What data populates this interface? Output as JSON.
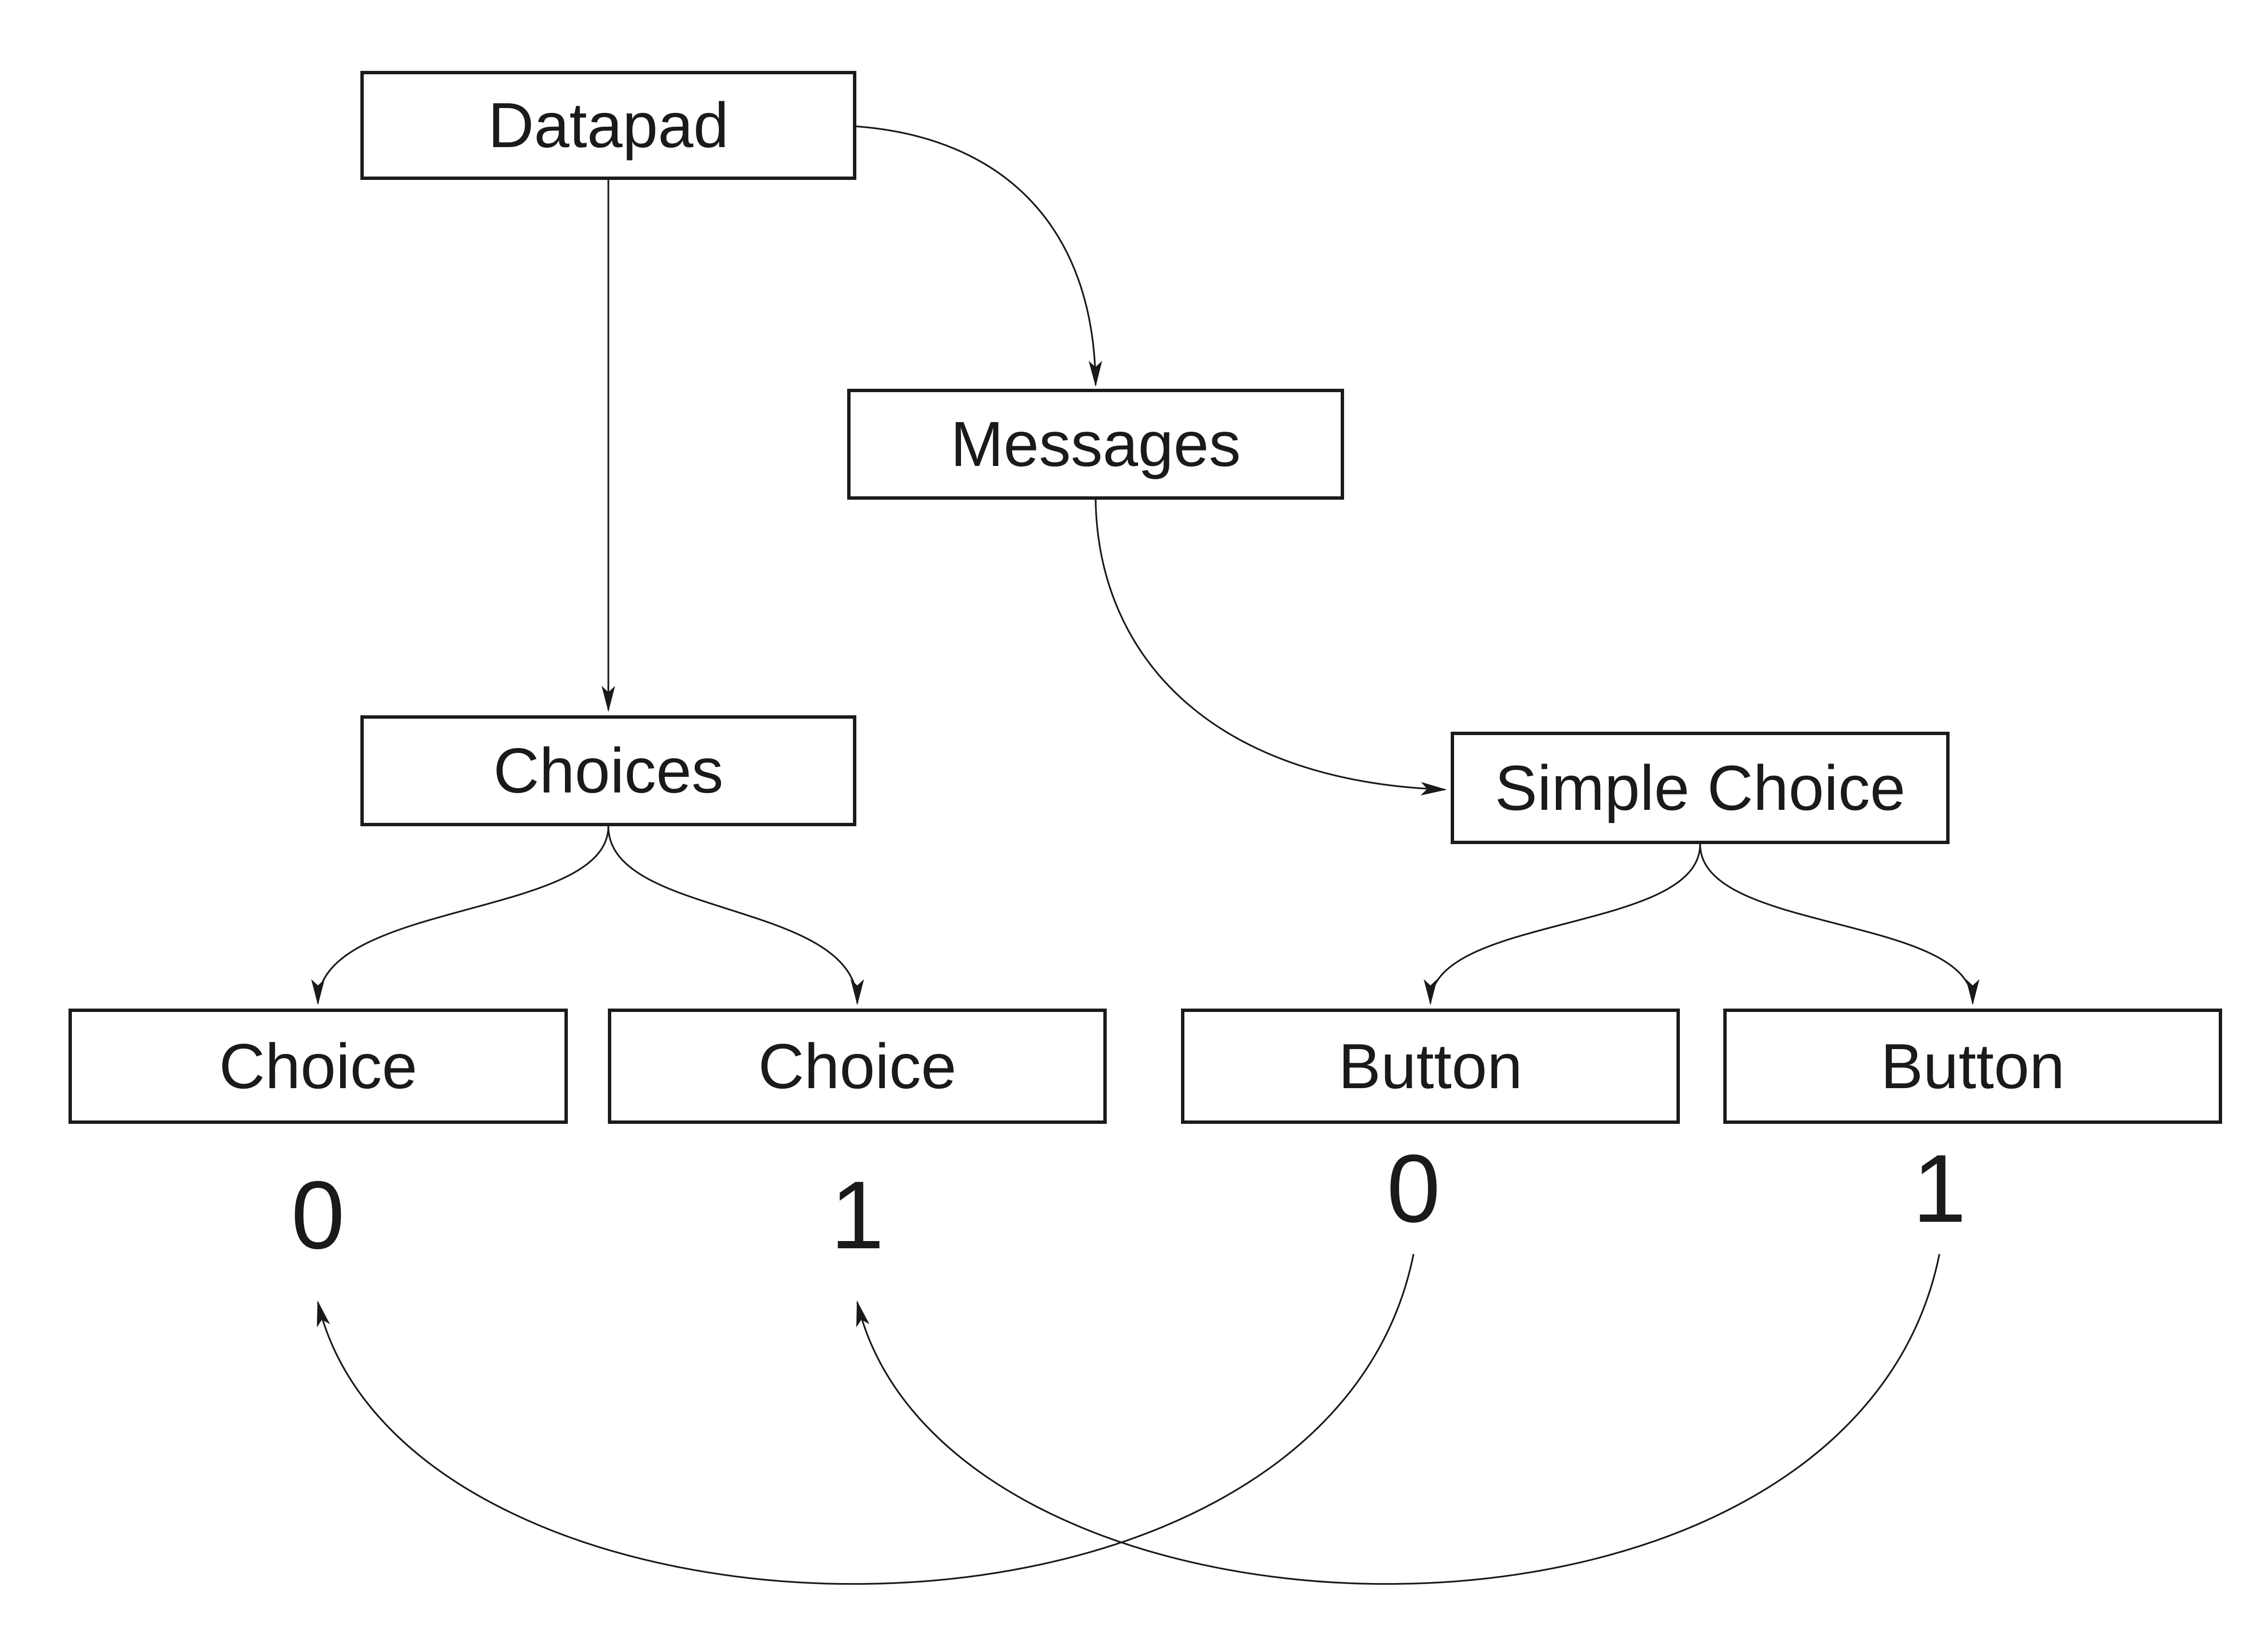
{
  "diagram": {
    "background_color": "#ffffff",
    "line_color": "#1a1a1a",
    "node_fill_color": "#ffffff",
    "nodes": {
      "datapad": {
        "label": "Datapad"
      },
      "messages": {
        "label": "Messages"
      },
      "choices": {
        "label": "Choices"
      },
      "simple_choice": {
        "label": "Simple Choice"
      },
      "choice_0": {
        "label": "Choice"
      },
      "choice_1": {
        "label": "Choice"
      },
      "button_0": {
        "label": "Button"
      },
      "button_1": {
        "label": "Button"
      }
    },
    "value_labels": {
      "choice_0_value": "0",
      "choice_1_value": "1",
      "button_0_value": "0",
      "button_1_value": "1"
    },
    "edges": [
      {
        "from": "Datapad",
        "to": "Messages"
      },
      {
        "from": "Datapad",
        "to": "Choices"
      },
      {
        "from": "Messages",
        "to": "Simple Choice"
      },
      {
        "from": "Choices",
        "to": "Choice 0"
      },
      {
        "from": "Choices",
        "to": "Choice 1"
      },
      {
        "from": "Simple Choice",
        "to": "Button 0"
      },
      {
        "from": "Simple Choice",
        "to": "Button 1"
      },
      {
        "from": "Button 0 value",
        "to": "Choice 0 value"
      },
      {
        "from": "Button 1 value",
        "to": "Choice 1 value"
      }
    ]
  }
}
